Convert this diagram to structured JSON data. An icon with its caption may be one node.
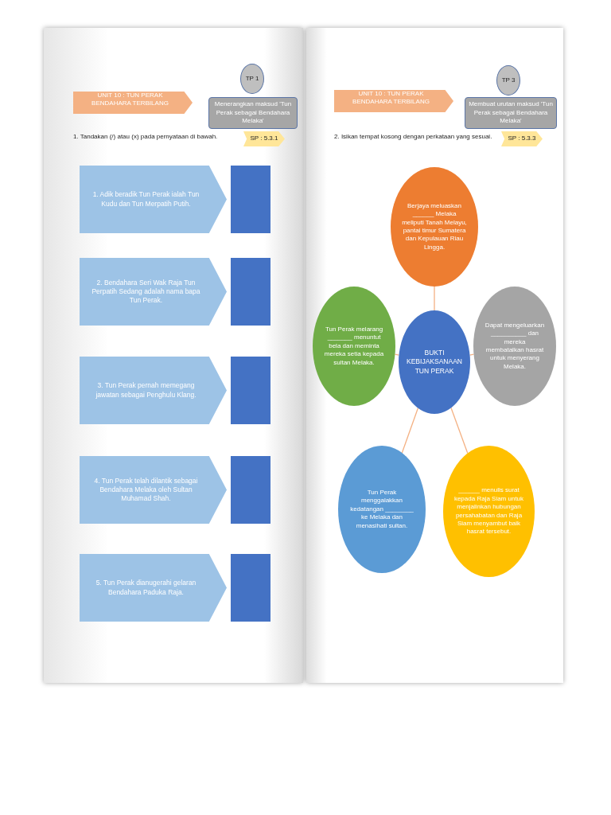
{
  "diagram": {
    "nodes": [
      {
        "text": [
          "UNIT 10 : TUN PERAK BENDAHARA TERBILANG"
        ]
      },
      {
        "text": [
          "TP 1"
        ]
      },
      {
        "text": [
          "Menerangkan maksud 'Tun Perak sebagai Bendahara Melaka'"
        ]
      },
      {
        "text": [
          "SP : 5.3.1"
        ]
      },
      {
        "text": [
          "1. Adik beradik Tun Perak ialah Tun Kudu dan Tun Merpatih Putih."
        ]
      },
      {
        "text": [],
        "shape": "box"
      },
      {
        "text": [
          "2. Bendahara Seri Wak Raja Tun Perpatih Sedang adalah nama bapa Tun Perak."
        ]
      },
      {
        "text": [],
        "shape": "box"
      },
      {
        "text": [
          "3. Tun Perak pernah memegang jawatan sebagai Penghulu Klang."
        ]
      },
      {
        "text": [],
        "shape": "box"
      },
      {
        "text": [
          "4. Tun Perak telah dilantik sebagai Bendahara Melaka oleh Sultan Muhamad Shah."
        ]
      },
      {
        "text": [],
        "shape": "box"
      },
      {
        "text": [
          "5. Tun Perak dianugerahi gelaran Bendahara Paduka Raja."
        ]
      },
      {
        "text": [],
        "shape": "box"
      },
      {
        "text": [
          "UNIT 10 : TUN PERAK BENDAHARA TERBILANG"
        ]
      },
      {
        "text": [
          "TP 3"
        ]
      },
      {
        "text": [
          "Membuat urutan maksud 'Tun Perak sebagai Bendahara Melaka'"
        ]
      },
      {
        "text": [
          "SP : 5.3.3"
        ]
      },
      {
        "text": [
          "Berjaya meluaskan ______ Melaka meliputi Tanah Melayu, pantai timur Sumatera dan Kepulauan Riau Lingga."
        ]
      },
      {
        "text": [
          "Tun Perak melarang _______ menuntut bela dan meminta mereka setia kepada sultan Melaka."
        ]
      },
      {
        "text": [
          "BUKTI KEBIJAKSANAAN TUN PERAK"
        ]
      },
      {
        "text": [
          "Dapat mengeluarkan __________ dan mereka membatalkan hasrat untuk menyerang Melaka."
        ]
      },
      {
        "text": [
          "Tun Perak menggalakkan kedatangan ________ ke Melaka dan menasihati sultan."
        ]
      },
      {
        "text": [
          "______ menulis surat kepada Raja Siam untuk menjalinkan hubungan persahabatan dan Raja Siam menyambut baik hasrat tersebut."
        ]
      }
    ],
    "edges": [
      {
        "from": 20,
        "to": 18,
        "arrow": "none"
      },
      {
        "from": 20,
        "to": 19,
        "arrow": "none"
      },
      {
        "from": 20,
        "to": 21,
        "arrow": "none"
      },
      {
        "from": 20,
        "to": 22,
        "arrow": "none"
      },
      {
        "from": 20,
        "to": 23,
        "arrow": "none"
      }
    ],
    "labels": [
      "1. Tandakan (/) atau (x) pada pernyataan di bawah.",
      "2. Isikan tempat kosong dengan perkataan yang sesuai."
    ]
  }
}
